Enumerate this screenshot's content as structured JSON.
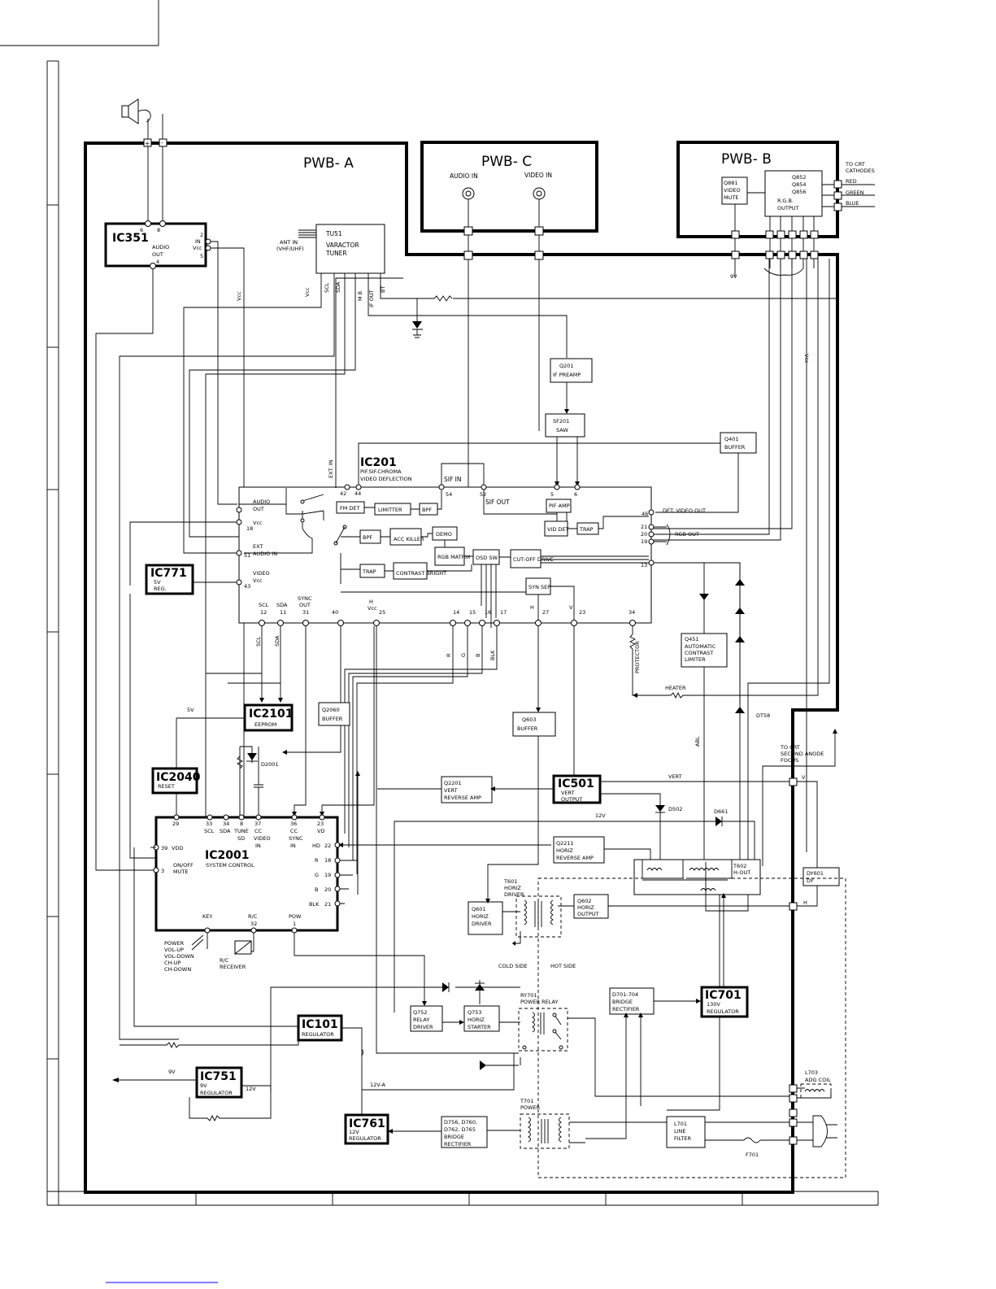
{
  "boards": {
    "pwb_a": "PWB- A",
    "pwb_b": "PWB- B",
    "pwb_c": "PWB- C"
  },
  "pwb_c": {
    "audio_in": "AUDIO IN",
    "video_in": "VIDEO IN"
  },
  "pwb_b": {
    "q881": [
      "Q881",
      "VIDEO",
      "MUTE"
    ],
    "rgb_out": [
      "Q852",
      "Q854",
      "Q856",
      "R.G.B.",
      "OUTPUT"
    ],
    "to_crt": [
      "TO CRT",
      "CATHODES"
    ],
    "colors": [
      "RED",
      "GREEN",
      "BLUE"
    ],
    "v9": "9V"
  },
  "ic351": {
    "name": "IC351",
    "desc": [
      "AUDIO",
      "OUT"
    ],
    "pins": [
      "6",
      "8",
      "2",
      "IN",
      "Vcc",
      "5",
      "4"
    ]
  },
  "tu51": {
    "name": "TU51",
    "desc": [
      "VARACTOR",
      "TUNER"
    ],
    "ant": [
      "ANT IN",
      "(VHF/UHF)"
    ],
    "pins": [
      "Vcc",
      "SCL",
      "SDA",
      "M B",
      "IF OUT",
      "BT"
    ]
  },
  "q201": [
    "Q201",
    "IF PREAMP"
  ],
  "sf201": [
    "SF201",
    "SAW"
  ],
  "q401": [
    "Q401",
    "BUFFER"
  ],
  "ic201": {
    "name": "IC201",
    "desc": [
      "PIF.SIF.CHROMA",
      "VIDEO DEFLECTION"
    ],
    "sif_in": "SIF IN",
    "sif_out": "SIF OUT",
    "ext_in": "EXT. IN",
    "audio_out": [
      "AUDIO",
      "OUT"
    ],
    "ext_audio": [
      "EXT",
      "AUDIO IN"
    ],
    "video_vcc": [
      "VIDEO",
      "Vcc"
    ],
    "vcc": "Vcc",
    "det_video": "DET. VIDEO OUT",
    "rgb_out": "RGB OUT",
    "blocks": [
      "FM DET",
      "LIMITTER",
      "BPF",
      "PIF AMP",
      "VID DET",
      "TRAP",
      "BPF",
      "ACC KILLER",
      "DEMO",
      "RGB MATRIX",
      "OSD SW",
      "CUT-OFF DRIVE",
      "TRAP",
      "CONTRAST BRIGHT",
      "SYN SEP"
    ],
    "pins_top": [
      "42",
      "44",
      "54",
      "52",
      "5",
      "6",
      "46"
    ],
    "pins_left": [
      "18",
      "51",
      "43"
    ],
    "pins_right": [
      "21",
      "20",
      "19",
      "13"
    ],
    "pins_bottom": [
      "SCL",
      "12",
      "SDA",
      "11",
      "SYNC",
      "OUT",
      "31",
      "40",
      "H",
      "Vcc",
      "25",
      "14",
      "15",
      "16",
      "17",
      "H",
      "27",
      "V",
      "23",
      "34"
    ]
  },
  "ic771": {
    "name": "IC771",
    "desc": [
      "5V",
      "REG."
    ]
  },
  "signals": {
    "r": "R",
    "g": "G",
    "b": "B",
    "blk": "BLK",
    "scl": "SCL",
    "sda": "SDA",
    "vcc": "Vcc",
    "v5": "5V",
    "v9": "9V",
    "v12": "12V",
    "v12a": "12V-A",
    "vert": "VERT",
    "v": "V",
    "h": "H",
    "abl": "ABL",
    "heater": "HEATER",
    "protector": "PROTECTOR"
  },
  "ic2101": {
    "name": "IC2101",
    "desc": "EEPROM"
  },
  "q2060": [
    "Q2060",
    "BUFFER"
  ],
  "q603": [
    "Q603",
    "BUFFER"
  ],
  "q451": [
    "Q451",
    "AUTOMATIC",
    "CONTRAST",
    "LIMITER"
  ],
  "ic2040": {
    "name": "IC2040",
    "desc": "RESET"
  },
  "d2001": "D2001",
  "ic2001": {
    "name": "IC2001",
    "desc": "SYSTEM CONTROL",
    "pins_top": [
      "29",
      "33",
      "34",
      "8",
      "37",
      "36",
      "23"
    ],
    "labels_top": [
      "SCL",
      "SDA",
      "TUNE",
      "SD",
      "CC",
      "VIDEO",
      "IN",
      "CC",
      "SYNC",
      "IN",
      "VD"
    ],
    "pins_left": [
      "39",
      "VDD",
      "3",
      "ON/OFF",
      "MUTE"
    ],
    "pins_right": [
      "HD",
      "22",
      "R",
      "18",
      "G",
      "19",
      "B",
      "20",
      "BLK",
      "21"
    ],
    "pins_bottom": [
      "KEY",
      "R/C",
      "32",
      "POW",
      "1"
    ]
  },
  "keys": [
    "POWER",
    "VOL-UP",
    "VOL-DOWN",
    "CH-UP",
    "CH-DOWN"
  ],
  "rc": [
    "R/C",
    "RECEIVER"
  ],
  "q2201": [
    "Q2201",
    "VERT",
    "REVERSE AMP"
  ],
  "ic501": {
    "name": "IC501",
    "desc": [
      "VERT",
      "OUTPUT"
    ]
  },
  "q2211": [
    "Q2211",
    "HORIZ",
    "REVERSE AMP"
  ],
  "d502": "D502",
  "d661": "D661",
  "dt58": "DT58",
  "to_crt2": [
    "TO CRT",
    "SECOND ANODE",
    "FOCUS"
  ],
  "t602": [
    "T602",
    "H-OUT"
  ],
  "dy601": [
    "DY601",
    "DY"
  ],
  "t601": [
    "T601",
    "HORIZ",
    "DRIVER"
  ],
  "q601": [
    "Q601",
    "HORIZ",
    "DRIVER"
  ],
  "q602": [
    "Q602",
    "HORIZ",
    "OUTPUT"
  ],
  "sides": {
    "cold": "COLD SIDE",
    "hot": "HOT SIDE"
  },
  "q752": [
    "Q752",
    "RELAY",
    "DRIVER"
  ],
  "q753": [
    "Q753",
    "HORIZ",
    "STARTER"
  ],
  "ry701": [
    "RY701",
    "POWER RELAY"
  ],
  "d701": [
    "D701-704",
    "BRIDGE",
    "RECTIFIER"
  ],
  "ic701": {
    "name": "IC701",
    "desc": [
      "130V",
      "REGULATOR"
    ]
  },
  "ic101": {
    "name": "IC101",
    "desc": "REGULATOR"
  },
  "ic751": {
    "name": "IC751",
    "desc": [
      "9V",
      "REGULATOR"
    ]
  },
  "ic761": {
    "name": "IC761",
    "desc": [
      "12V",
      "REGULATOR"
    ]
  },
  "t701": [
    "T701",
    "POWER"
  ],
  "d756": [
    "D756, D760,",
    "D762, D765",
    "BRIDGE",
    "RECTIFIER"
  ],
  "l701": [
    "L701",
    "LINE",
    "FILTER"
  ],
  "l703": [
    "L703",
    "ADG COIL"
  ],
  "f701": "F701"
}
